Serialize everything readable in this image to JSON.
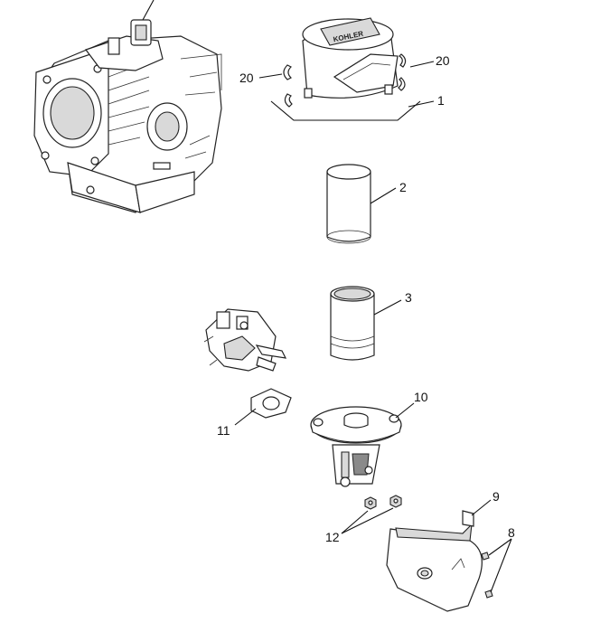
{
  "callouts": {
    "c1": "1",
    "c2": "2",
    "c3": "3",
    "c8": "8",
    "c9": "9",
    "c10": "10",
    "c11": "11",
    "c12": "12",
    "c20_left": "20",
    "c20_right": "20"
  },
  "labels": {
    "air_cleaner_cover_brand": "KOHLER"
  }
}
